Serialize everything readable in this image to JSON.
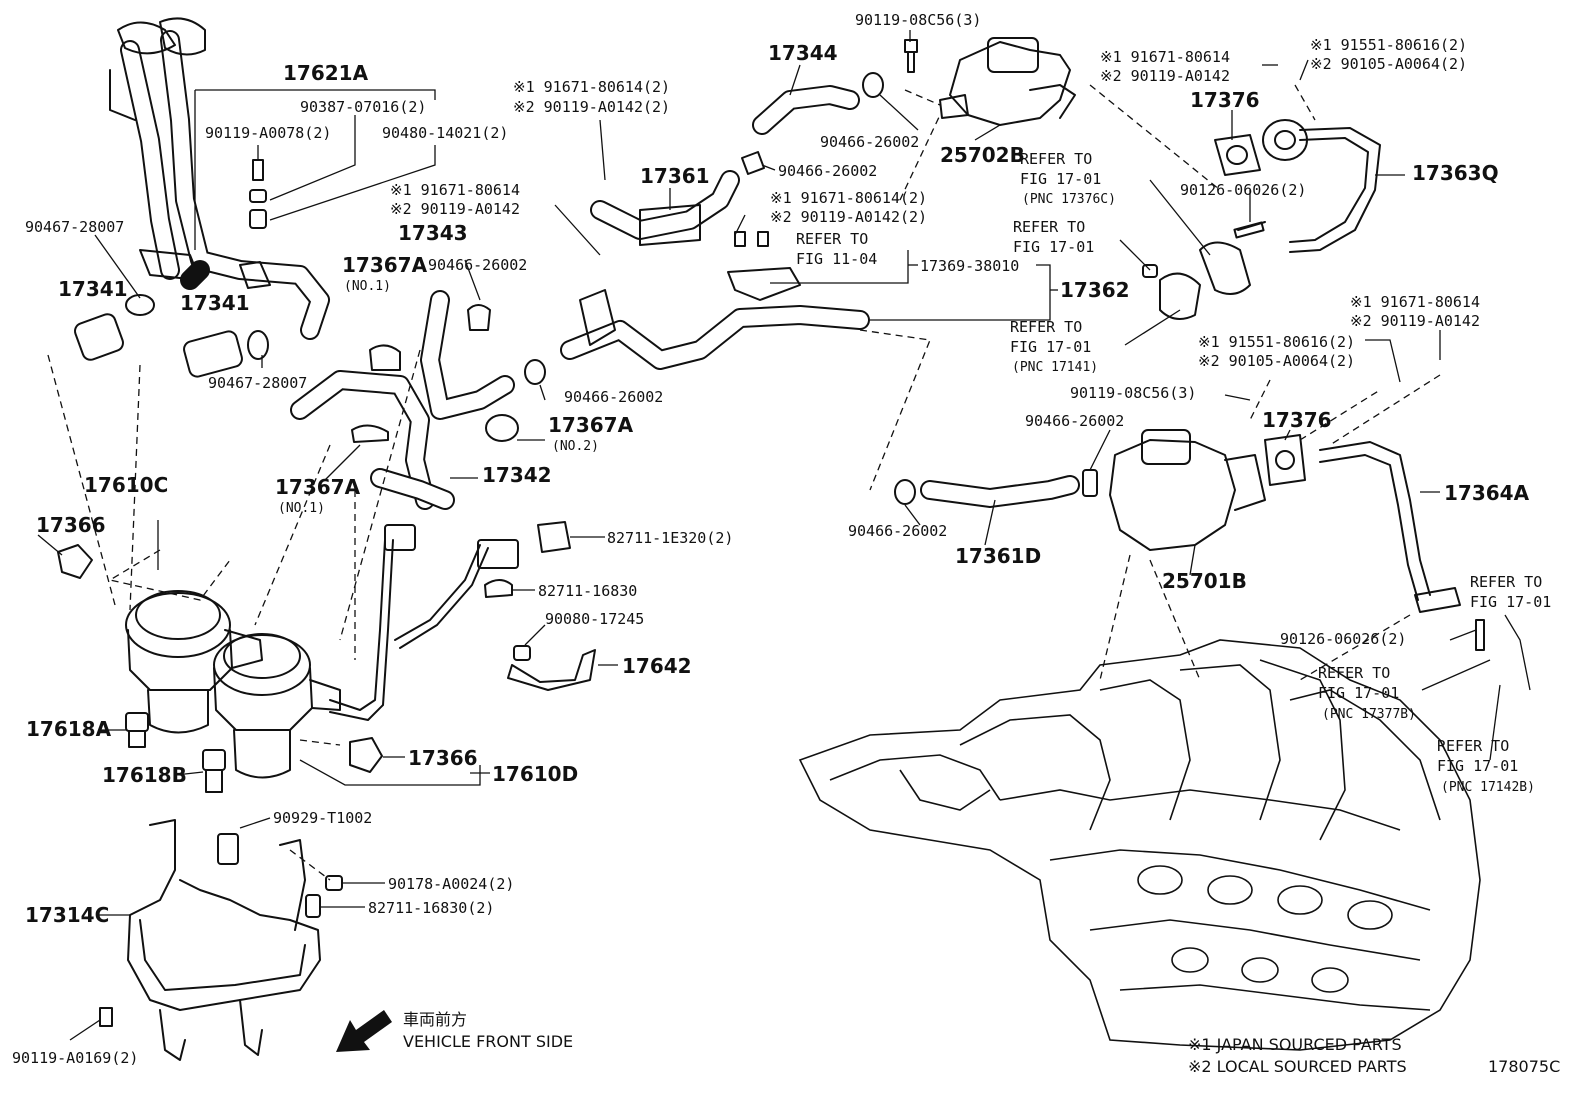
{
  "callouts": {
    "p17621A": "17621A",
    "p90387": "90387-07016(2)",
    "p90119a0078": "90119-A0078(2)",
    "p90480": "90480-14021(2)",
    "p90467a": "90467-28007",
    "p17341a": "17341",
    "p17341b": "17341",
    "p90467b": "90467-28007",
    "p17610C": "17610C",
    "p17366a": "17366",
    "p17618A": "17618A",
    "p17618B": "17618B",
    "p17366b": "17366",
    "p17610D": "17610D",
    "p17343": "17343",
    "p17367A1": "17367A",
    "p17367A1n": "(NO.1)",
    "p90466a": "90466-26002",
    "p17367A2": "17367A",
    "p17367A2n": "(NO.2)",
    "p17367A3": "17367A",
    "p17367A3n": "(NO.1)",
    "p17342": "17342",
    "p90466b": "90466-26002",
    "p82711e320": "82711-1E320(2)",
    "p82711a": "82711-16830",
    "p90080": "90080-17245",
    "p17642": "17642",
    "p90929": "90929-T1002",
    "p90178": "90178-A0024(2)",
    "p82711b": "82711-16830(2)",
    "p17314C": "17314C",
    "p90119a0169": "90119-A0169(2)",
    "q1a": "※1 91671-80614(2)",
    "q2a": "※2 90119-A0142(2)",
    "q1b": "※1 91671-80614",
    "q2b": "※2 90119-A0142",
    "p17361": "17361",
    "p17344": "17344",
    "p90119c56a": "90119-08C56(3)",
    "p90466c": "90466-26002",
    "p90466d": "90466-26002",
    "p25702B": "25702B",
    "q1c": "※1 91671-80614(2)",
    "q2c": "※2 90119-A0142(2)",
    "ref1104a": "REFER TO",
    "ref1104b": "FIG 11-04",
    "p17369": "17369-38010",
    "p17362": "17362",
    "q1d": "※1  91671-80614",
    "q2d": "※2  90119-A0142",
    "q1e": "※1 91551-80616(2)",
    "q2e": "※2 90105-A0064(2)",
    "p17376a": "17376",
    "ref1a": "REFER TO",
    "ref1b": "FIG 17-01",
    "ref1c": "(PNC 17376C)",
    "p90126a": "90126-06026(2)",
    "p17363Q": "17363Q",
    "ref2a": "REFER TO",
    "ref2b": "FIG 17-01",
    "ref3a": "REFER TO",
    "ref3b": "FIG 17-01",
    "ref3c": "(PNC 17141)",
    "q1f": "※1 91671-80614",
    "q2f": "※2 90119-A0142",
    "q1g": "※1 91551-80616(2)",
    "q2g": "※2 90105-A0064(2)",
    "p90119c56b": "90119-08C56(3)",
    "p90466e": "90466-26002",
    "p17376b": "17376",
    "p17364A": "17364A",
    "p90466f": "90466-26002",
    "p17361D": "17361D",
    "p25701B": "25701B",
    "ref4a": "REFER TO",
    "ref4b": "FIG 17-01",
    "p90126b": "90126-06026(2)",
    "ref5a": "REFER TO",
    "ref5b": "FIG 17-01",
    "ref5c": "(PNC 17377B)",
    "ref6a": "REFER TO",
    "ref6b": "FIG 17-01",
    "ref6c": "(PNC 17142B)"
  },
  "front_label_jp": "車両前方",
  "front_label_en": "VEHICLE FRONT SIDE",
  "legend": {
    "note1": "※1 JAPAN SOURCED PARTS",
    "note2": "※2 LOCAL SOURCED PARTS"
  },
  "figure_code": "178075C"
}
